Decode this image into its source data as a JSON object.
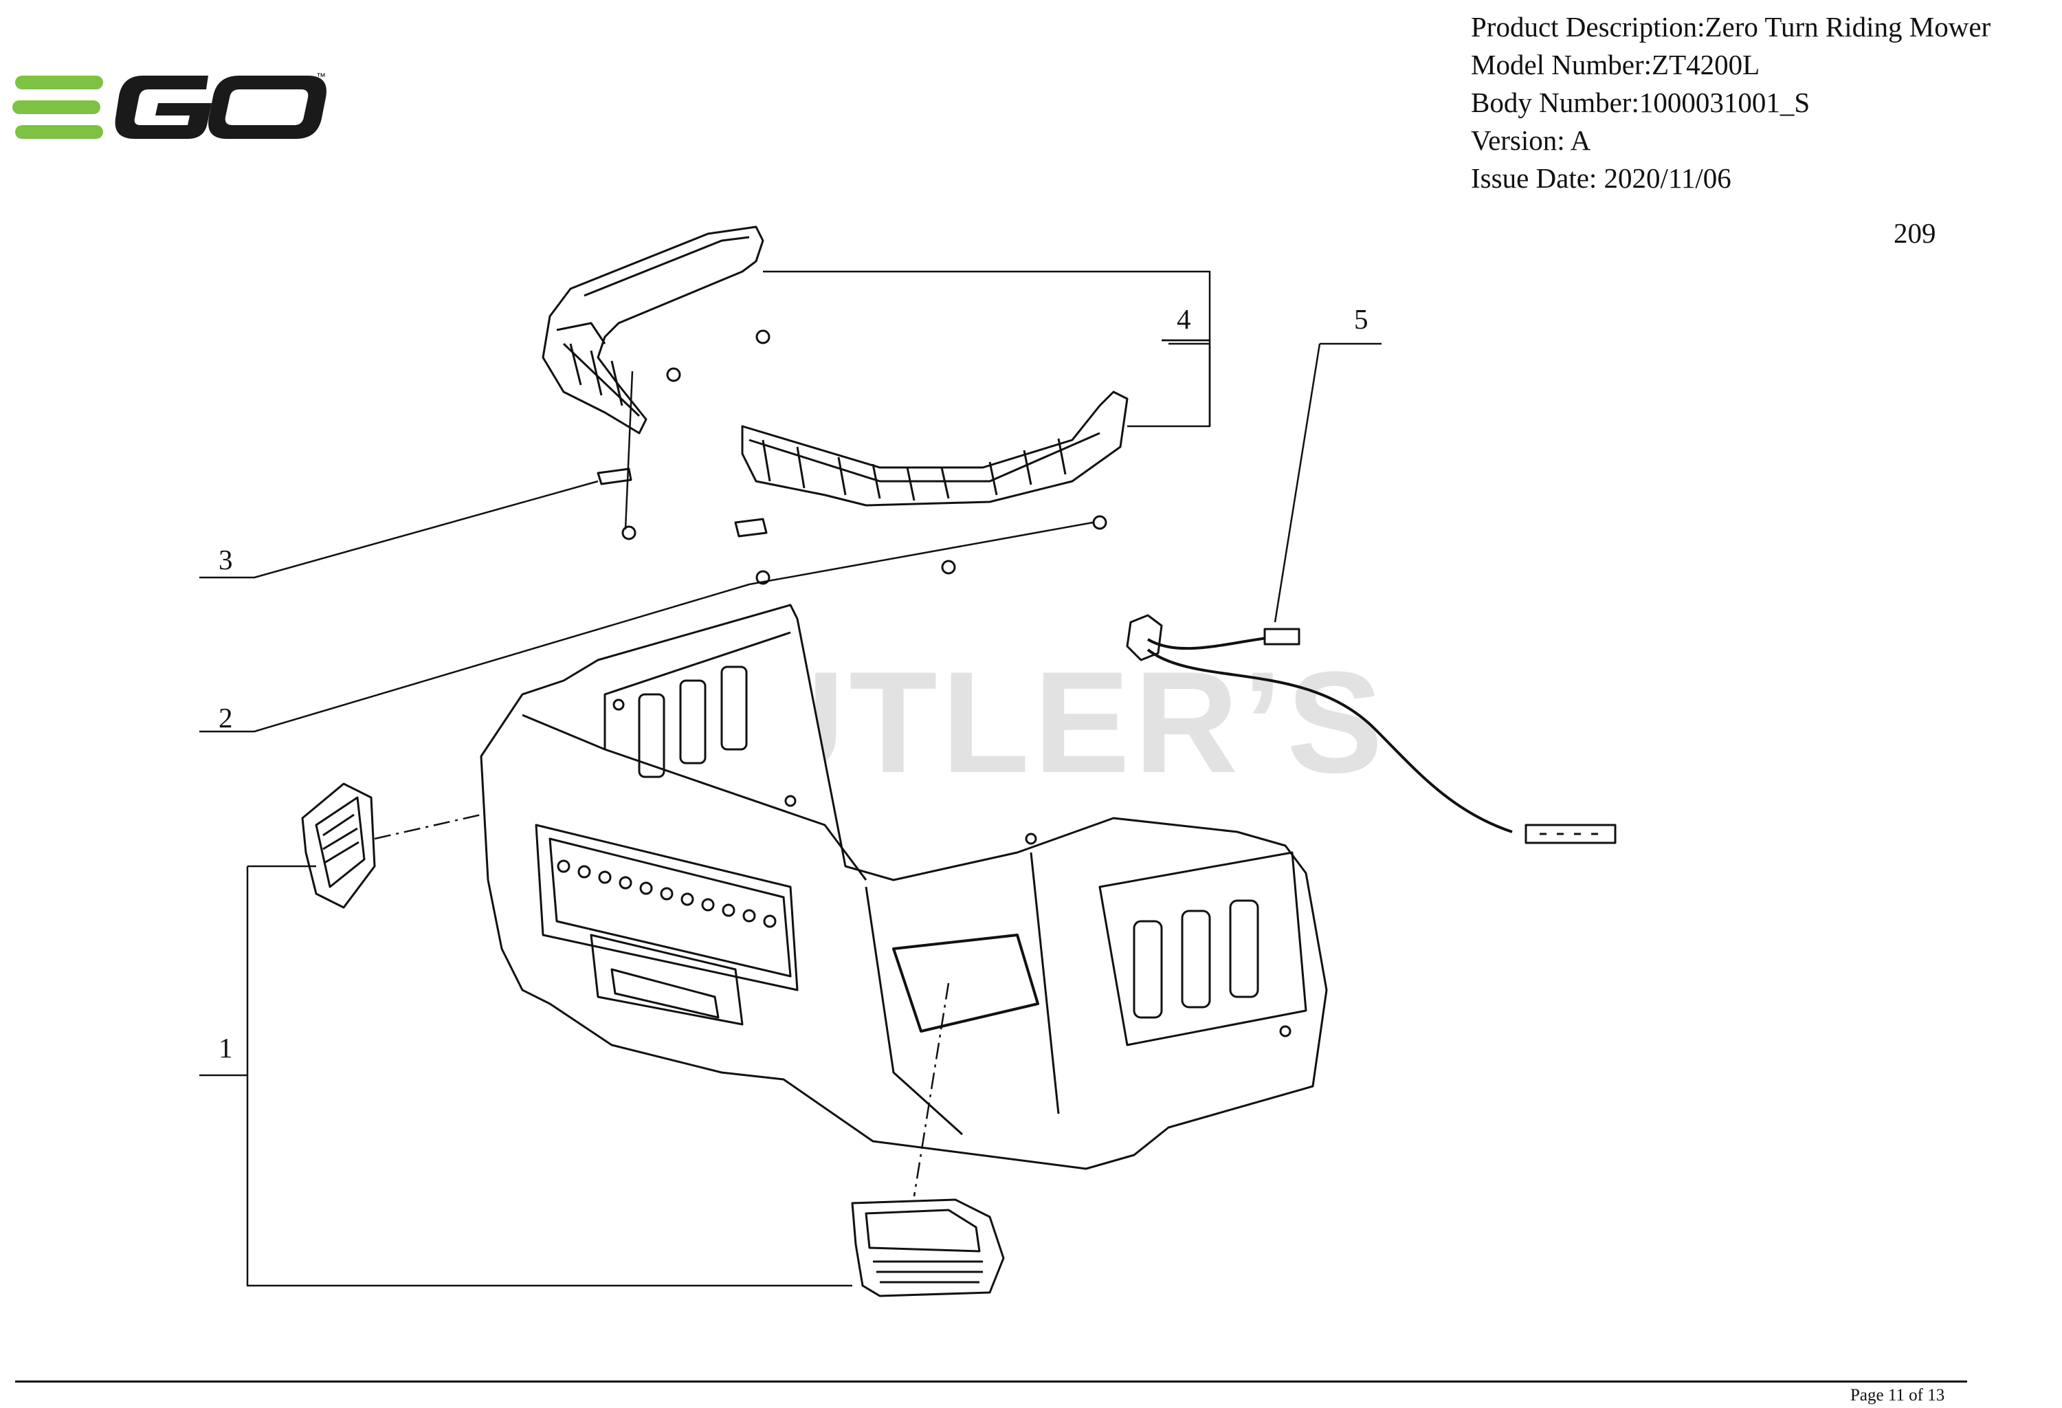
{
  "brand": {
    "logo_text": "EGO",
    "trademark": "™",
    "colors": {
      "green": "#7DC242",
      "black": "#1A1A1A"
    }
  },
  "watermark": "CUTLER’S",
  "header": {
    "product_description": "Product Description:Zero Turn Riding Mower",
    "model_number": "Model Number:ZT4200L",
    "body_number": "Body Number:1000031001_S",
    "version": "Version: A",
    "issue_date": "Issue Date: 2020/11/06"
  },
  "diagram_number": "209",
  "callouts": [
    "1",
    "2",
    "3",
    "4",
    "5"
  ],
  "footer": {
    "page": "Page 11 of 13"
  }
}
